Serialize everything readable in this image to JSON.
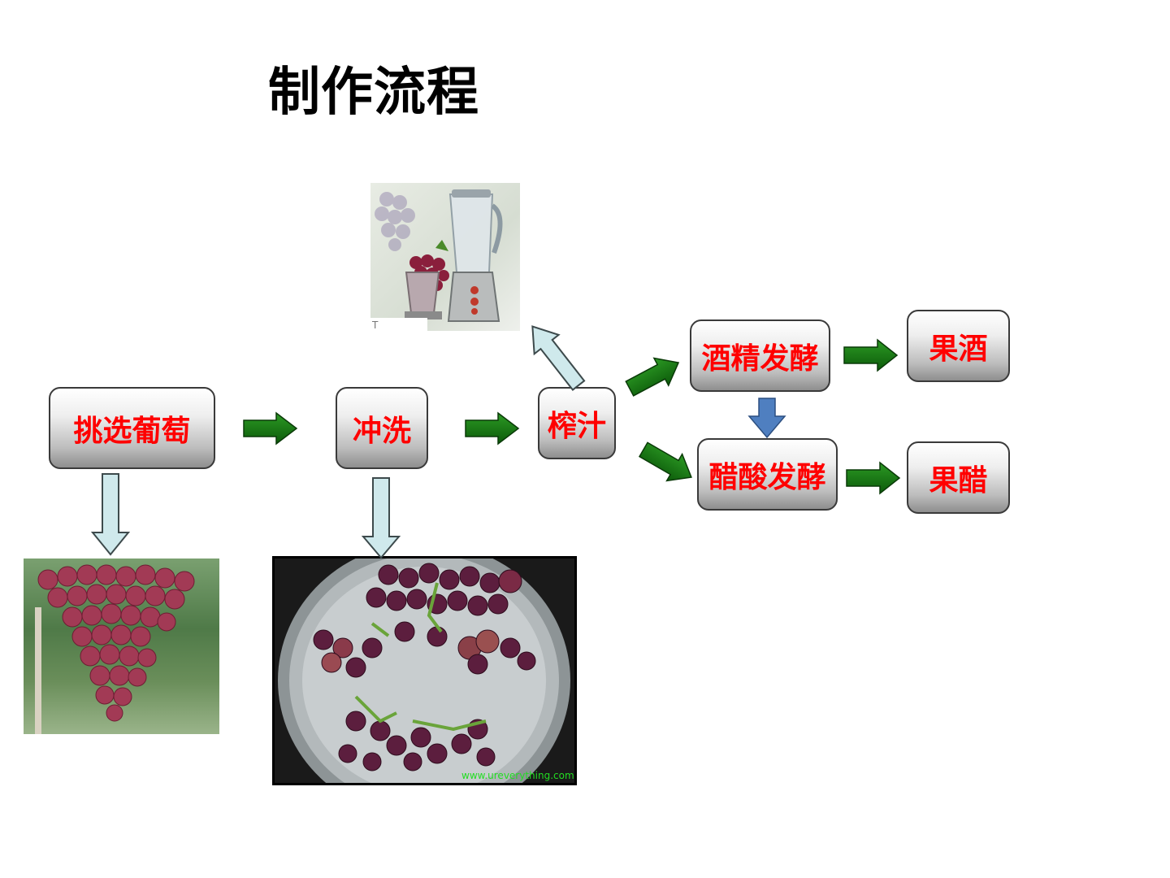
{
  "title": "制作流程",
  "steps": {
    "select": "挑选葡萄",
    "wash": "冲洗",
    "juice": "榨汁",
    "alcohol": "酒精发酵",
    "acetic": "醋酸发酵",
    "wine": "果酒",
    "vinegar": "果醋"
  },
  "images": {
    "wash_watermark": "www.ureverything.com",
    "blender_mark": "T"
  },
  "colors": {
    "step_text": "#ff0000",
    "green_arrow": "#1a7a14",
    "light_arrow": "#cfe9ec",
    "blue_arrow": "#4f7fc0"
  }
}
